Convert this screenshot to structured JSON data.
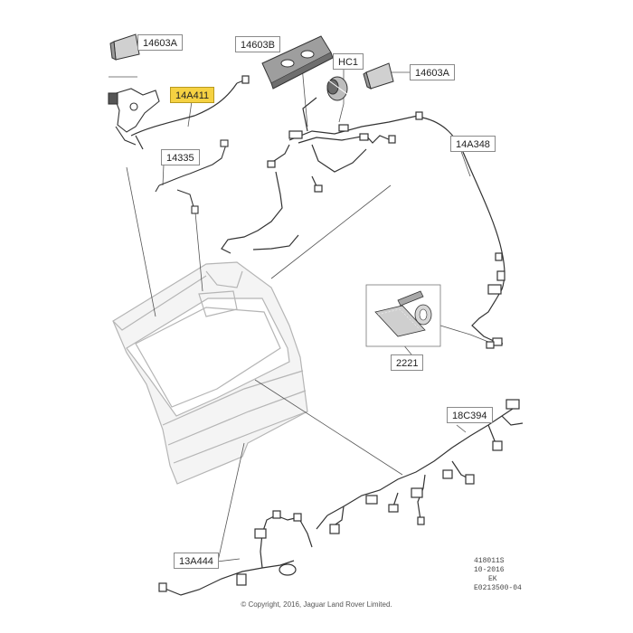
{
  "callouts": {
    "c1": "14603A",
    "c2": "14603B",
    "c3": "HC1",
    "c4": "14603A",
    "c5": "14A411",
    "c6": "14335",
    "c7": "14A348",
    "c8": "2221",
    "c9": "18C394",
    "c10": "13A444"
  },
  "highlight_color": "#f5d142",
  "doc_ref": {
    "line1": "418011S",
    "line2": "10-2016",
    "line3": "EK",
    "line4": "E0213500-04"
  },
  "copyright": "© Copyright, 2016, Jaguar Land Rover Limited."
}
